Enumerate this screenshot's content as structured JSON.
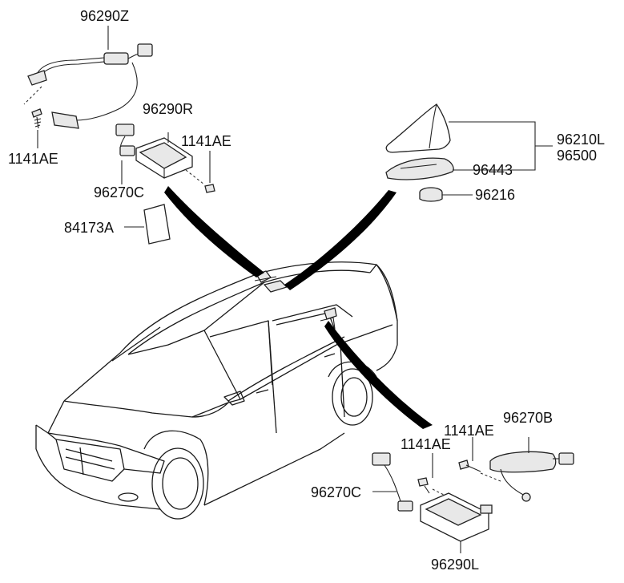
{
  "labels": {
    "p96290Z": "96290Z",
    "p1141AE_a": "1141AE",
    "p96290R": "96290R",
    "p1141AE_b": "1141AE",
    "p96270C_a": "96270C",
    "p84173A": "84173A",
    "p96210L": "96210L",
    "p96500": "96500",
    "p96443": "96443",
    "p96216": "96216",
    "p1141AE_c": "1141AE",
    "p96270B": "96270B",
    "p1141AE_d": "1141AE",
    "p96270C_b": "96270C",
    "p96290L": "96290L"
  }
}
